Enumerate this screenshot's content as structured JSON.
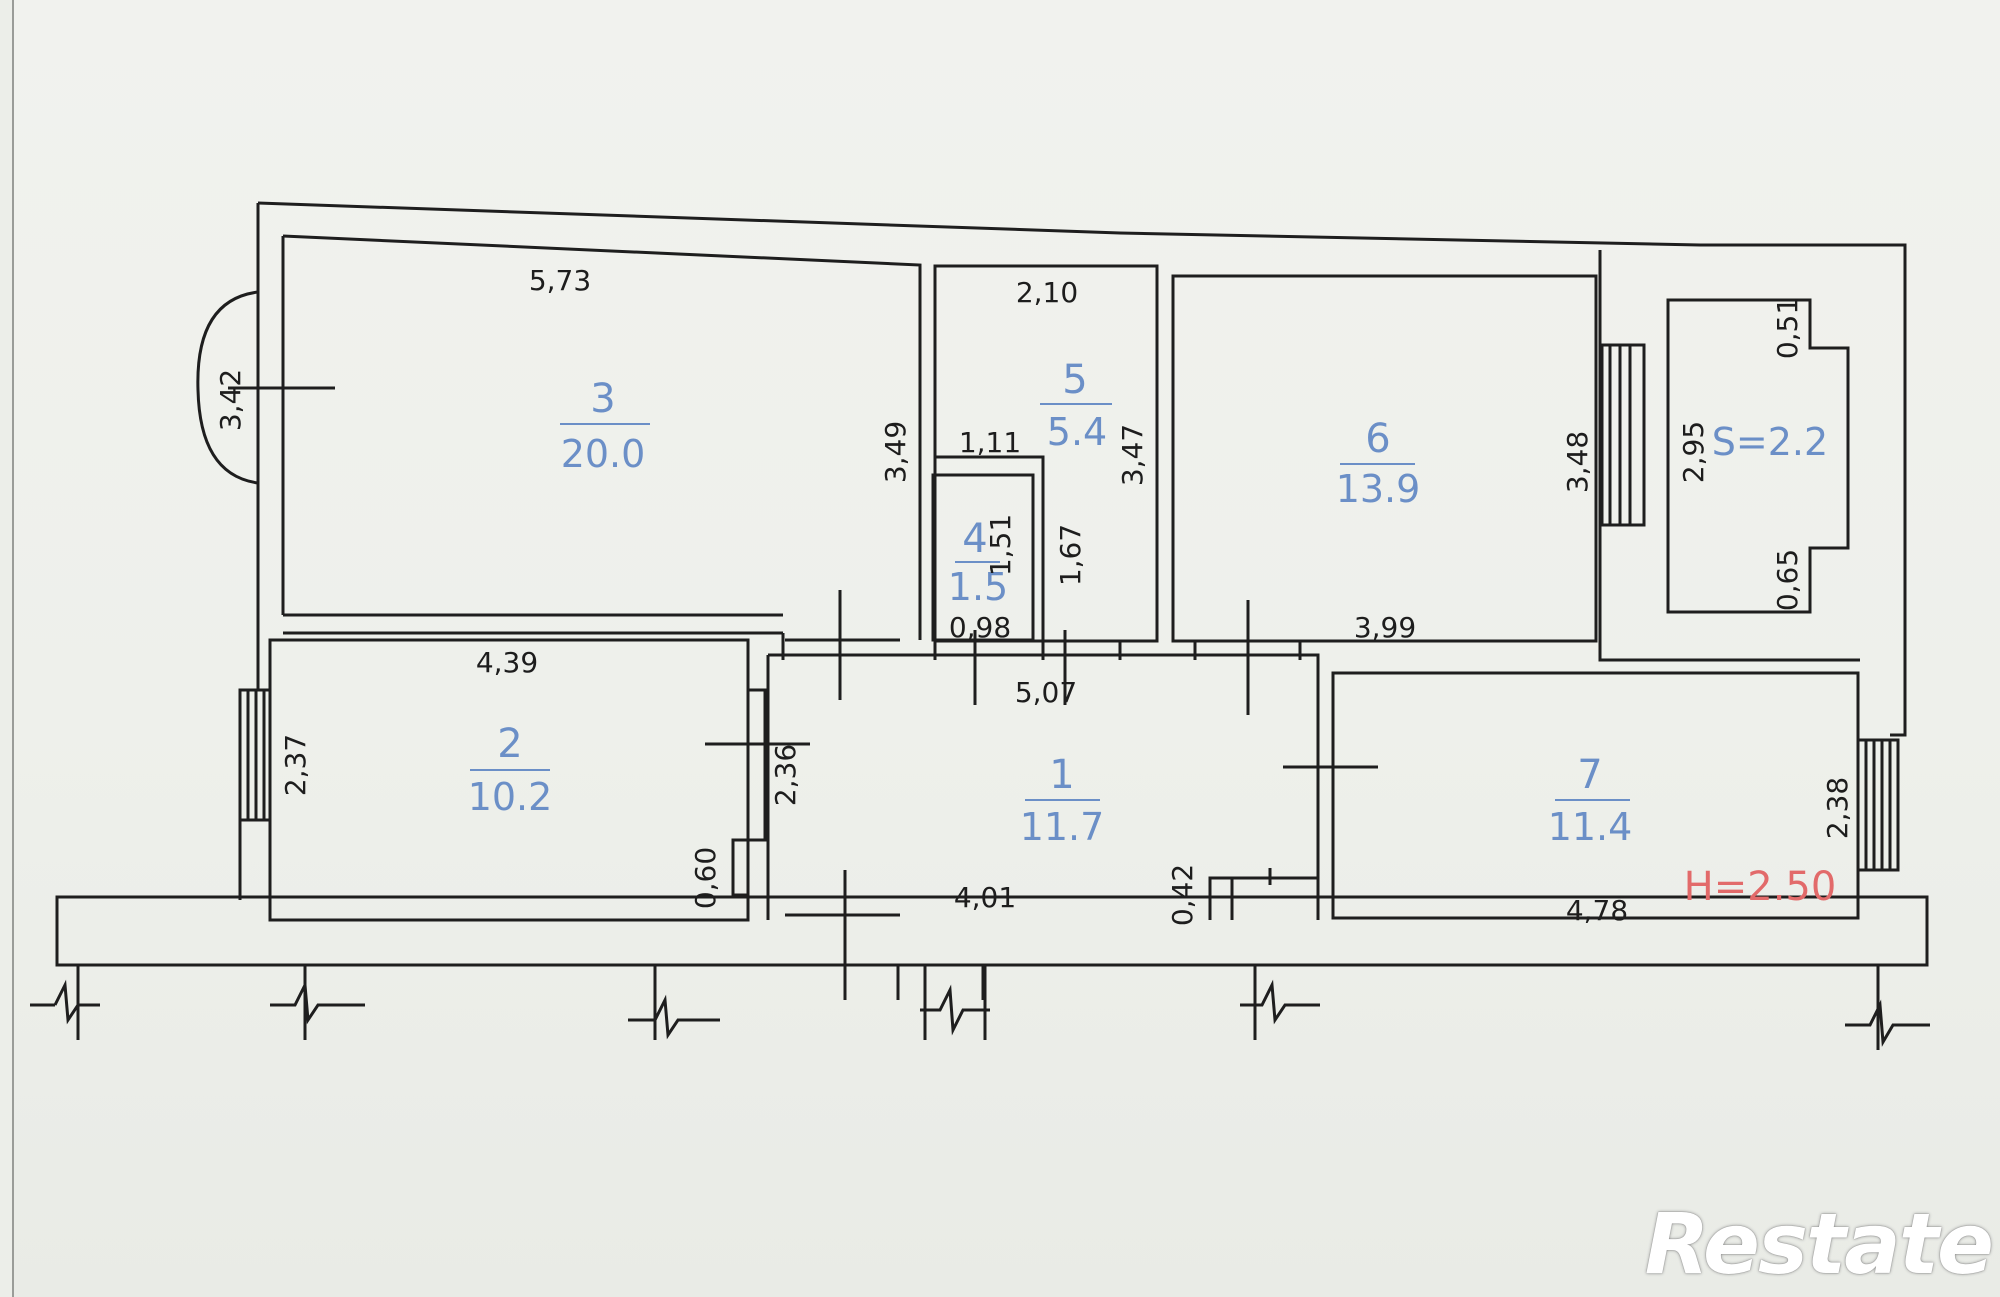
{
  "plan": {
    "rooms": [
      {
        "id": "1",
        "number": "1",
        "area": "11.7"
      },
      {
        "id": "2",
        "number": "2",
        "area": "10.2"
      },
      {
        "id": "3",
        "number": "3",
        "area": "20.0"
      },
      {
        "id": "4",
        "number": "4",
        "area": "1.5"
      },
      {
        "id": "5",
        "number": "5",
        "area": "5.4"
      },
      {
        "id": "6",
        "number": "6",
        "area": "13.9"
      },
      {
        "id": "7",
        "number": "7",
        "area": "11.4"
      }
    ],
    "dimensions": [
      "5,73",
      "2,10",
      "3,49",
      "1,11",
      "3,47",
      "1,51",
      "1,67",
      "0,98",
      "5,07",
      "3,99",
      "4,39",
      "2,37",
      "2,36",
      "0,60",
      "4,01",
      "0,42",
      "4,78",
      "2,38",
      "3,48",
      "2,95",
      "0,51",
      "0,65",
      "3,42"
    ],
    "balcony_area": "S=2.2",
    "ceiling_height": "H=2.50"
  },
  "watermark": "Restate",
  "colors": {
    "ink": "#1d1d1d",
    "room_label": "#6b8fc7",
    "height_label": "#e26a6a",
    "paper": "#eef0eb"
  }
}
